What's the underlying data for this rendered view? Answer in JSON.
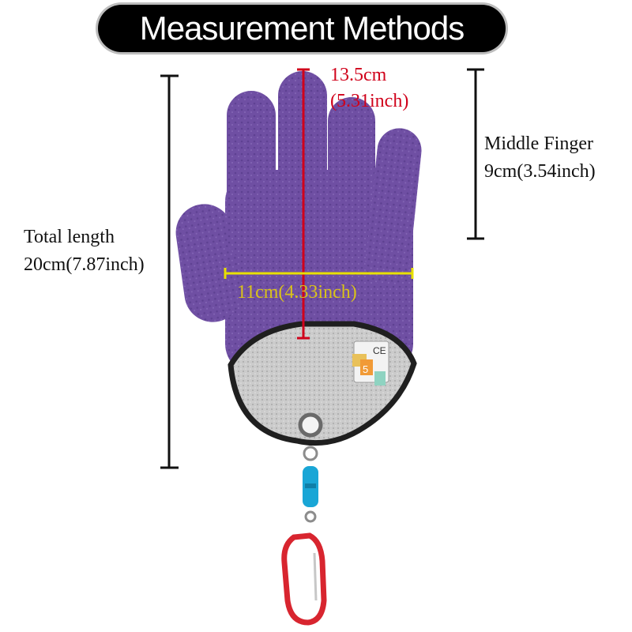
{
  "title": "Measurement Methods",
  "measurements": {
    "palm_length": {
      "value": "13.5cm",
      "imperial": "(5.31inch)"
    },
    "middle_finger": {
      "label": "Middle Finger",
      "value": "9cm(3.54inch)"
    },
    "total_length": {
      "label": "Total length",
      "value": "20cm(7.87inch)"
    },
    "palm_width": {
      "value": "11cm(4.33inch)"
    }
  },
  "glove": {
    "size_badge": "5",
    "cert_mark": "CE"
  },
  "colors": {
    "glove": "#6f4fa3",
    "cuff": "#c9c9c9",
    "rim": "#1f1f1f",
    "length_line": "#d0021b",
    "width_line": "#e8e000",
    "swivel": "#19a6d6",
    "carabiner": "#d8252f"
  }
}
